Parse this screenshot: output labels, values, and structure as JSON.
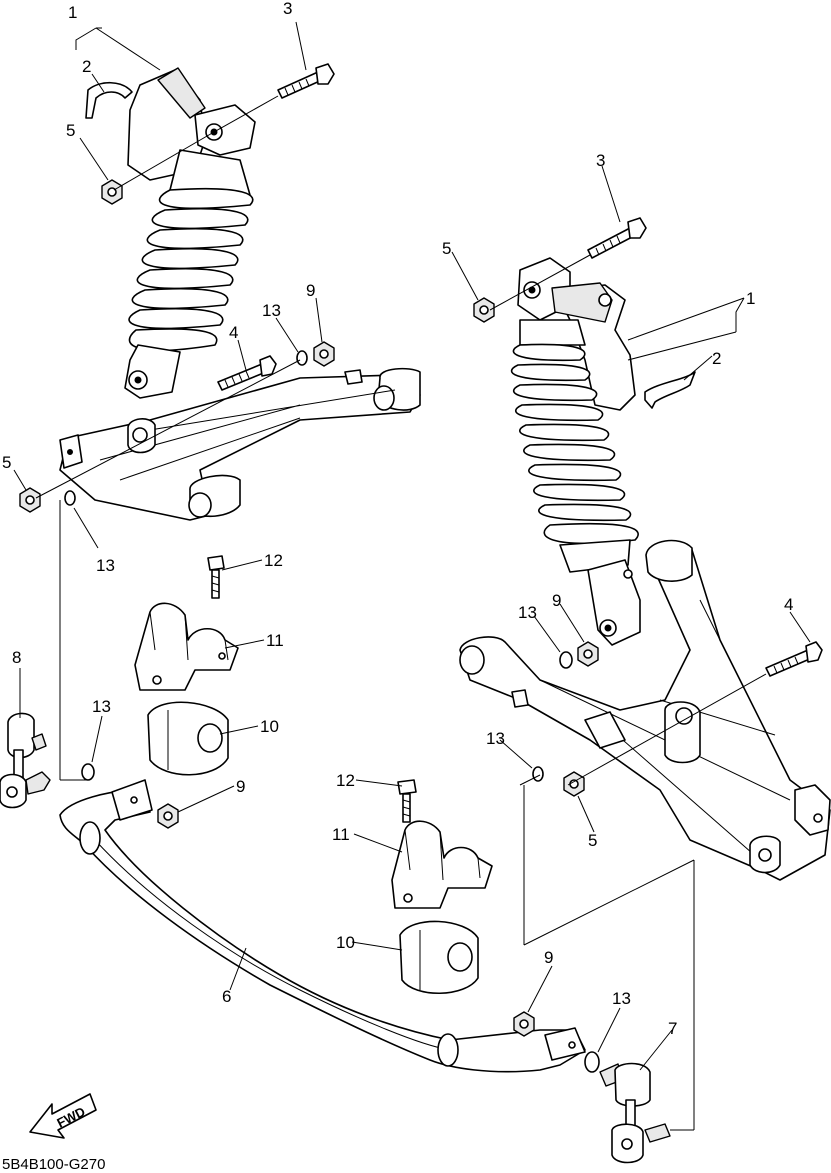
{
  "callouts": {
    "left_shock": "1",
    "left_cover": "2",
    "left_bolt_top": "3",
    "left_nut_top": "5",
    "left_bolt_arm": "4",
    "left_washer_top": "13",
    "left_nut_arm": "9",
    "left_nut_low": "5",
    "left_washer_low": "13",
    "bracket_bolt_upper": "12",
    "bracket_upper": "11",
    "bushing_upper": "10",
    "left_link": "8",
    "washer_link": "13",
    "nut_bar_left": "9",
    "stabilizer": "6",
    "bracket_bolt_lower": "12",
    "bracket_lower": "11",
    "bushing_lower": "10",
    "nut_bar_right": "9",
    "washer_bar_right": "13",
    "right_link": "7",
    "right_bolt_top": "3",
    "right_nut_top": "5",
    "right_shock": "1",
    "right_cover": "2",
    "right_washer": "13",
    "right_nut": "9",
    "right_bolt_arm": "4",
    "right_washer_low": "13",
    "right_nut_low": "5"
  },
  "fwd_label": "FWD",
  "footer_code": "5B4B100-G270"
}
